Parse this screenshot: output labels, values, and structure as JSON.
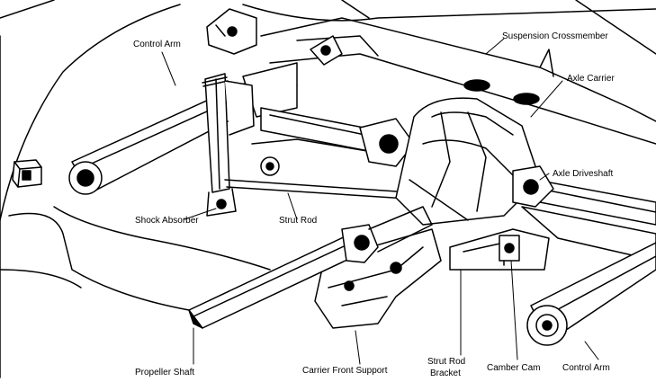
{
  "diagram": {
    "labels": {
      "control_arm_top": "Control Arm",
      "suspension_crossmember": "Suspension Crossmember",
      "axle_carrier": "Axle Carrier",
      "axle_driveshaft": "Axle Driveshaft",
      "shock_absorber": "Shock Absorber",
      "strut_rod": "Strut Rod",
      "propeller_shaft": "Propeller Shaft",
      "carrier_front_support": "Carrier Front Support",
      "strut_rod_bracket_line1": "Strut Rod",
      "strut_rod_bracket_line2": "Bracket",
      "camber_cam": "Camber Cam",
      "control_arm_bottom": "Control Arm"
    },
    "colors": {
      "ink": "#000000",
      "paper": "#ffffff"
    }
  }
}
